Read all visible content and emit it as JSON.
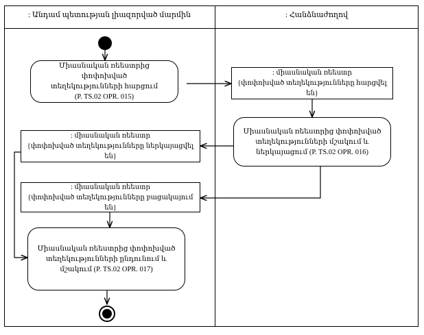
{
  "diagram": {
    "type": "uml-activity-diagram",
    "lanes": [
      {
        "id": "member-state",
        "title": ": Անդամ պետության լիազորված մարմին"
      },
      {
        "id": "commission",
        "title": ": Հանձնաժողով"
      }
    ],
    "nodes": {
      "initial": {
        "kind": "initial-node",
        "lane": "member-state"
      },
      "activity_015": {
        "kind": "activity",
        "lane": "member-state",
        "label": "Միասնական ռեեստրից փոփոխված\nտեղեկությունների հարցում\n(P. TS.02 OPR. 015)",
        "operation_code": "P. TS.02 OPR. 015"
      },
      "object_requested": {
        "kind": "object-node",
        "lane": "commission",
        "label": ": միասնական ռեեստր\n{փոփոխված տեղեկությունները հարցվել են}",
        "state": "{փոփոխված տեղեկությունները հարցվել են}"
      },
      "activity_016": {
        "kind": "activity",
        "lane": "commission",
        "label": "Միասնական ռեեստրից փոփոխված\nտեղեկությունների մշակում և\nներկայացում (P. TS.02 OPR. 016)",
        "operation_code": "P. TS.02 OPR. 016"
      },
      "object_presented": {
        "kind": "object-node",
        "lane": "member-state",
        "label": ": միասնական ռեեստր\n{փոփոխված տեղեկությունները ներկայացվել են}",
        "state": "{փոփոխված տեղեկությունները ներկայացվել են}"
      },
      "object_absent": {
        "kind": "object-node",
        "lane": "member-state",
        "label": ": միասնական ռեեստր\n{փոփոխված տեղեկությունները բացակայում են}",
        "state": "{փոփոխված տեղեկությունները բացակայում են}"
      },
      "activity_017": {
        "kind": "activity",
        "lane": "member-state",
        "label": "Միասնական ռեեստրից փոփոխված\nտեղեկությունների ընդունում և\nմշակում (P. TS.02 OPR. 017)",
        "operation_code": "P. TS.02 OPR. 017"
      },
      "final": {
        "kind": "final-node",
        "lane": "member-state"
      }
    },
    "edges": [
      {
        "from": "initial",
        "to": "activity_015"
      },
      {
        "from": "activity_015",
        "to": "object_requested"
      },
      {
        "from": "object_requested",
        "to": "activity_016"
      },
      {
        "from": "activity_016",
        "to": "object_presented"
      },
      {
        "from": "activity_016",
        "to": "object_absent"
      },
      {
        "from": "object_absent",
        "to": "activity_017"
      },
      {
        "from": "object_presented",
        "to": "activity_017"
      },
      {
        "from": "activity_017",
        "to": "final"
      }
    ]
  }
}
